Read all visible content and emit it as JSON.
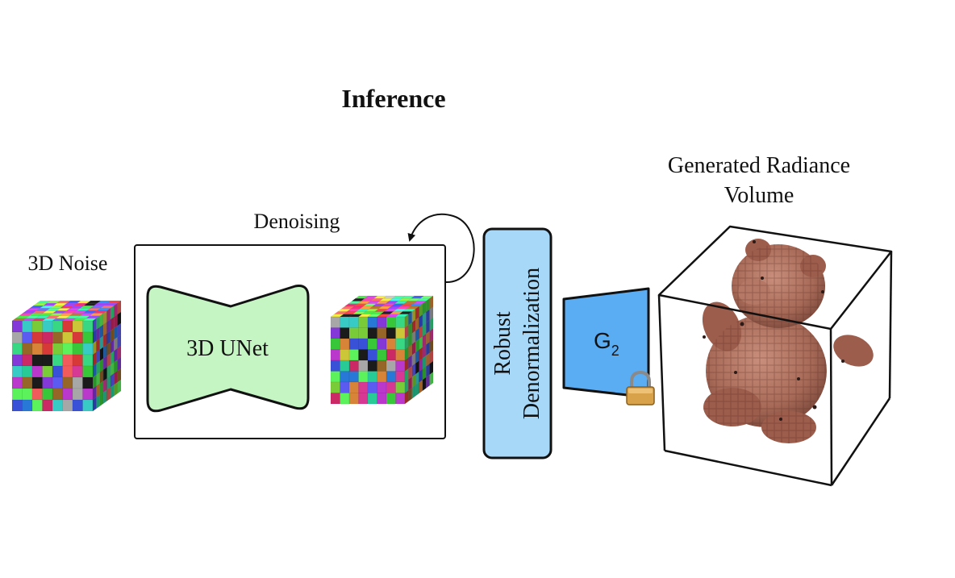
{
  "title": "Inference",
  "labels": {
    "noise": "3D Noise",
    "denoising": "Denoising",
    "unet": "3D UNet",
    "robust": "Robust",
    "denormalization": "Denormalization",
    "generator_base": "G",
    "generator_sub": "2",
    "output_line1": "Generated Radiance",
    "output_line2": "Volume"
  },
  "icons": {
    "noise_cube": "noise-cube-icon",
    "denoised_cube": "noise-cube-icon",
    "lock": "lock-icon",
    "loop_arrow": "loop-arrow-icon",
    "teddy_volume": "teddy-bear-voxel-icon"
  },
  "colors": {
    "unet_fill": "#c6f5c4",
    "denorm_fill": "#a8d8f8",
    "generator_fill": "#5aacf3",
    "lock_body": "#d8a24a",
    "teddy": "#a86a58"
  }
}
